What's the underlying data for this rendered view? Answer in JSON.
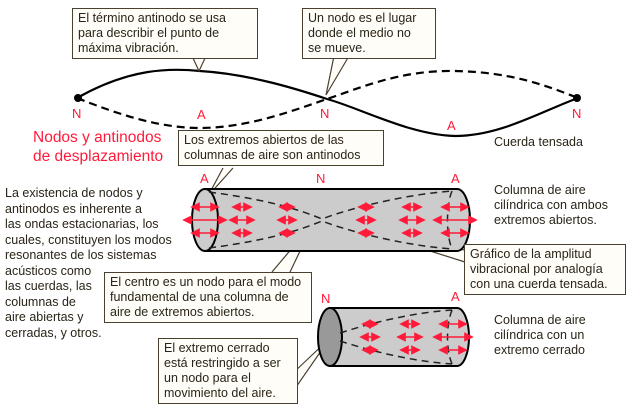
{
  "callouts": {
    "antinode_def": [
      "El término antinodo se usa",
      "para describir el punto de",
      "máxima vibración."
    ],
    "node_def": [
      "Un nodo es el lugar",
      "donde el medio no",
      "se mueve."
    ],
    "open_ends": [
      "Los extremos abiertos de las",
      "columnas de aire son antinodos"
    ],
    "center_node": [
      "El centro es un nodo para el modo",
      "fundamental de una columna de",
      "aire de extremos abiertos."
    ],
    "amplitude_graph": [
      "Gráfico de la amplitud",
      "vibracional por analogía",
      "con una cuerda tensada."
    ],
    "closed_end": [
      "El extremo cerrado",
      "está restringido a ser",
      "un nodo para el",
      "movimiento del aire."
    ]
  },
  "title": [
    "Nodos y antinodos",
    "de desplazamiento"
  ],
  "intro_text": [
    "La existencia de nodos y",
    "antinodos es inherente a",
    "las ondas estacionarias, los",
    "cuales, constituyen los modos",
    "resonantes de los sistemas",
    "acústicos como",
    "las cuerdas, las",
    "columnas de",
    "aire abiertas y",
    "cerradas, y otros."
  ],
  "labels": {
    "string": "Cuerda tensada",
    "open_column": [
      "Columna de aire",
      "cilíndrica con ambos",
      "extremos abiertos."
    ],
    "closed_column": [
      "Columna de aire",
      "cilíndrica con un",
      "extremo cerrado"
    ]
  },
  "markers": {
    "node": "N",
    "antinode": "A"
  },
  "colors": {
    "accent": "#ff1a3a",
    "tube": "#cccccc",
    "callout_bg": "#fffdf7",
    "callout_border": "#4a4030"
  }
}
